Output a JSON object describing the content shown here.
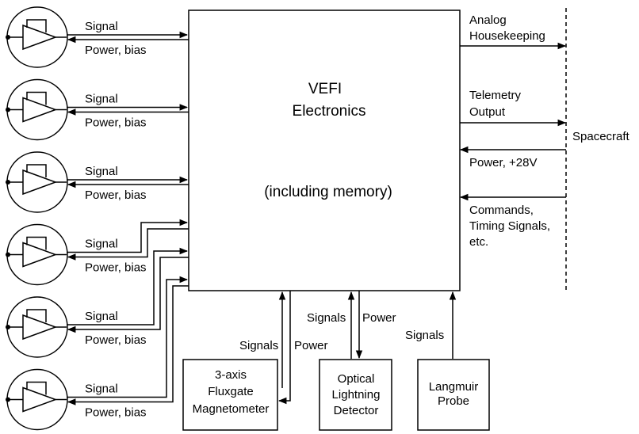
{
  "main_box": {
    "title_line1": "VEFI",
    "title_line2": "Electronics",
    "subtitle": "(including memory)"
  },
  "preamps": {
    "signal_label": "Signal",
    "power_label": "Power, bias",
    "count": 6
  },
  "spacecraft_side": {
    "analog_line1": "Analog",
    "analog_line2": "Housekeeping",
    "telemetry_line1": "Telemetry",
    "telemetry_line2": "Output",
    "power_in": "Power, +28V",
    "commands_line1": "Commands,",
    "commands_line2": "Timing Signals,",
    "commands_line3": "etc.",
    "spacecraft_label": "Spacecraft"
  },
  "bottom_instruments": {
    "magnetometer": {
      "line1": "3-axis",
      "line2": "Fluxgate",
      "line3": "Magnetometer",
      "signals": "Signals",
      "power": "Power"
    },
    "lightning": {
      "line1": "Optical",
      "line2": "Lightning",
      "line3": "Detector",
      "signals": "Signals",
      "power": "Power"
    },
    "langmuir": {
      "line1": "Langmuir",
      "line2": "Probe",
      "signals": "Signals"
    }
  }
}
